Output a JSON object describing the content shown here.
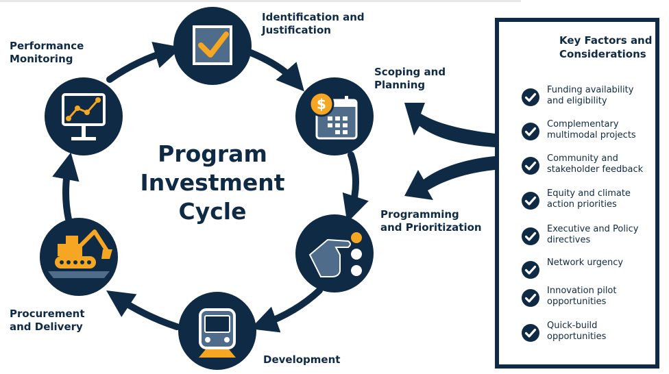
{
  "title": {
    "line1": "Program",
    "line2": "Investment",
    "line3": "Cycle"
  },
  "stages": {
    "identification": {
      "line1": "Identification and",
      "line2": "Justification",
      "icon": "checkbox-icon"
    },
    "scoping": {
      "line1": "Scoping and",
      "line2": "Planning",
      "icon": "calendar-dollar-icon"
    },
    "programming": {
      "line1": "Programming",
      "line2": "and Prioritization",
      "icon": "pointing-hand-icon"
    },
    "development": {
      "line1": "Development",
      "icon": "bus-icon"
    },
    "procurement": {
      "line1": "Procurement",
      "line2": "and Delivery",
      "icon": "excavator-icon"
    },
    "performance": {
      "line1": "Performance",
      "line2": "Monitoring",
      "icon": "monitor-chart-icon"
    }
  },
  "factors": {
    "title_line1": "Key Factors and",
    "title_line2": "Considerations",
    "items": [
      {
        "line1": "Funding availability",
        "line2": "and eligibility"
      },
      {
        "line1": "Complementary",
        "line2": "multimodal projects"
      },
      {
        "line1": "Community and",
        "line2": "stakeholder feedback"
      },
      {
        "line1": "Equity and climate",
        "line2": "action priorities"
      },
      {
        "line1": "Executive and Policy",
        "line2": "directives"
      },
      {
        "line1": "Network urgency",
        "line2": ""
      },
      {
        "line1": "Innovation pilot",
        "line2": "opportunities"
      },
      {
        "line1": "Quick-build",
        "line2": "opportunities"
      }
    ]
  },
  "colors": {
    "navy": "#0f2a44",
    "orange": "#f5a623",
    "slate": "#4f6d8a",
    "white": "#ffffff"
  }
}
